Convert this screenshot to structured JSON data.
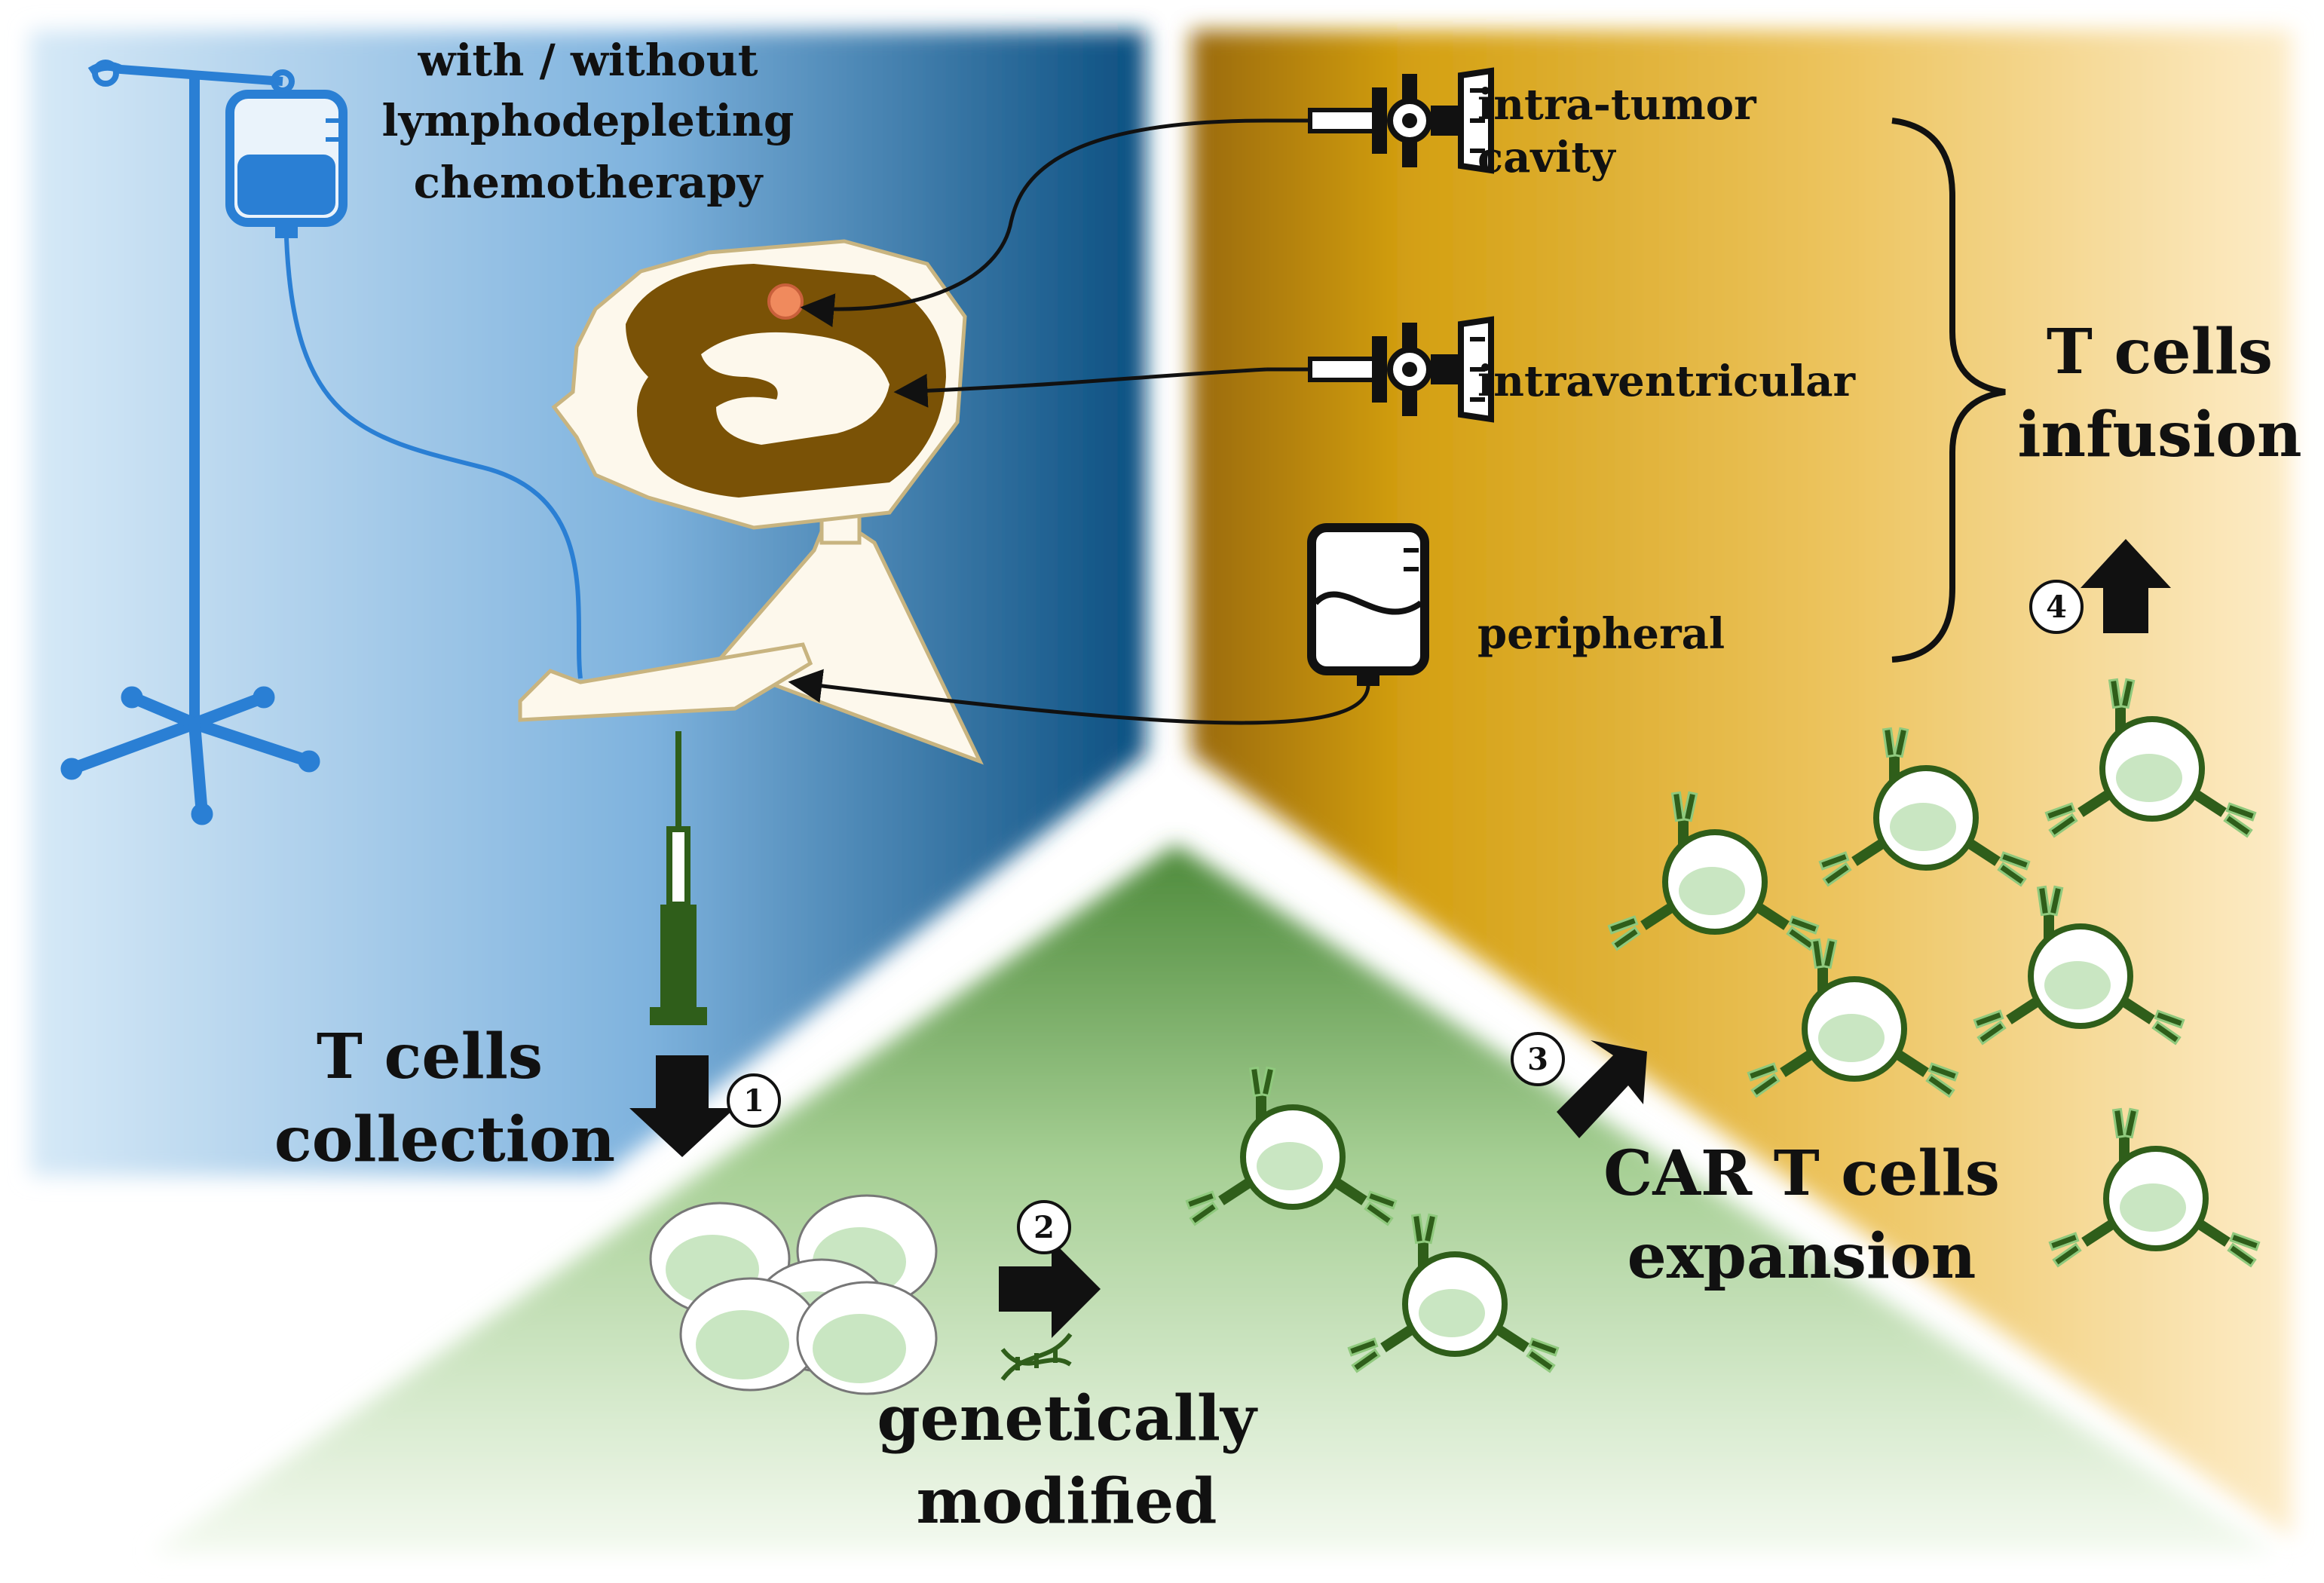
{
  "labels": {
    "chemo_line1": "with / without",
    "chemo_line2": "lymphodepleting",
    "chemo_line3": "chemotherapy",
    "route_intratumor_line1": "intra-tumor",
    "route_intratumor_line2": "cavity",
    "route_intraventricular": "intraventricular",
    "route_peripheral": "peripheral",
    "infusion_line1": "T cells",
    "infusion_line2": "infusion",
    "collection_line1": "T cells",
    "collection_line2": "collection",
    "modified_line1": "genetically",
    "modified_line2": "modified",
    "expansion_line1": "CAR T cells",
    "expansion_line2": "expansion"
  },
  "steps": {
    "step1": "1",
    "step2": "2",
    "step3": "3",
    "step4": "4"
  },
  "icons": {
    "iv_stand": "iv-stand-icon",
    "patient": "patient-head-icon",
    "syringe": "syringe-icon",
    "iv_bag": "iv-bag-icon",
    "collection_tube": "collection-tube-icon",
    "t_cell": "t-cell-icon",
    "car_t_cell": "car-t-cell-icon",
    "dna": "dna-icon"
  },
  "colors": {
    "collection_panel": "#1f6fa8",
    "expansion_panel": "#d4a017",
    "modification_panel": "#5a8f4a",
    "brain": "#7a5206",
    "tumor": "#f08a5d",
    "iv_blue": "#2a7fd4",
    "car_green": "#2f5e1a",
    "cell_fill": "#c9e6c2"
  }
}
